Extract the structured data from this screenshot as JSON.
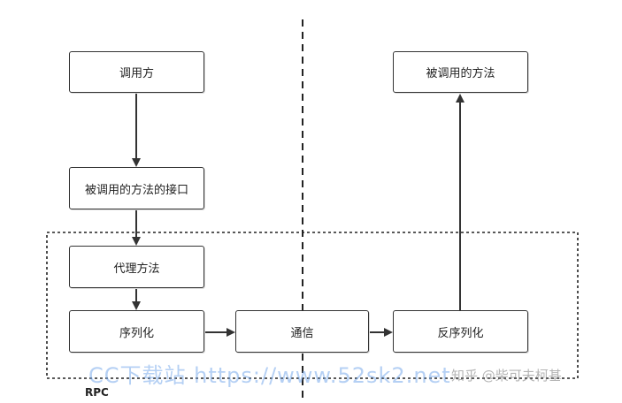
{
  "nodes": {
    "caller": "调用方",
    "callee_interface": "被调用的方法的接口",
    "proxy": "代理方法",
    "serialize": "序列化",
    "communicate": "通信",
    "deserialize": "反序列化",
    "callee_method": "被调用的方法"
  },
  "region_label": "RPC",
  "watermark": "CC下载站 https://www.52sk2.net",
  "credit": "知乎 @柴可夫柯基"
}
